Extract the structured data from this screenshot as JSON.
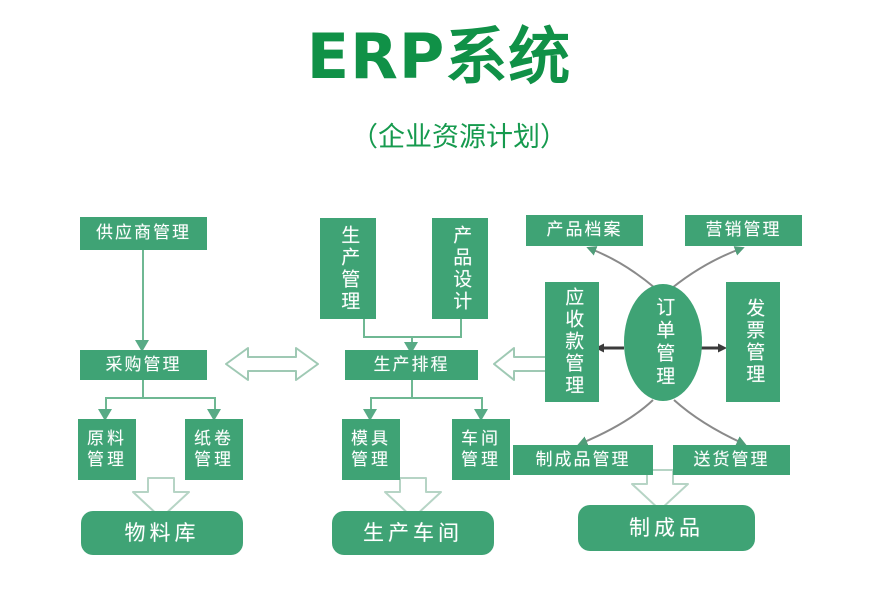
{
  "header": {
    "title": "ERP系统",
    "subtitle": "（企业资源计划）"
  },
  "colors": {
    "node_fill": "#3fa375",
    "node_text": "#ffffff",
    "title_green": "#109147",
    "line_green": "#6fb893",
    "curve_gray": "#7d7d7d",
    "background": "#ffffff"
  },
  "diagram": {
    "nodes": {
      "supplier_mgmt": "供应商管理",
      "purchase_mgmt": "采购管理",
      "raw_material_mgmt": "原料\n管理",
      "paper_roll_mgmt": "纸卷\n管理",
      "material_warehouse": "物料库",
      "production_mgmt": "生产管理",
      "product_design": "产品设计",
      "production_scheduling": "生产排程",
      "mold_mgmt": "模具\n管理",
      "workshop_mgmt": "车间\n管理",
      "production_workshop": "生产车间",
      "product_archive": "产品档案",
      "marketing_mgmt": "营销管理",
      "receivables_mgmt": "应收款管理",
      "order_mgmt": "订单管理",
      "invoice_mgmt": "发票管理",
      "finished_goods_mgmt": "制成品管理",
      "delivery_mgmt": "送货管理",
      "finished_goods": "制成品"
    },
    "connectors": {
      "purchase_to_scheduling": "双向箭头",
      "scheduling_to_receivables": "双向箭头",
      "order_to_receivables": "左向箭头",
      "order_to_invoice": "右向箭头",
      "order_to_product_archive": "曲线箭头",
      "order_to_marketing": "曲线箭头",
      "order_to_finished_goods_mgmt": "曲线箭头",
      "order_to_delivery": "曲线箭头"
    }
  }
}
